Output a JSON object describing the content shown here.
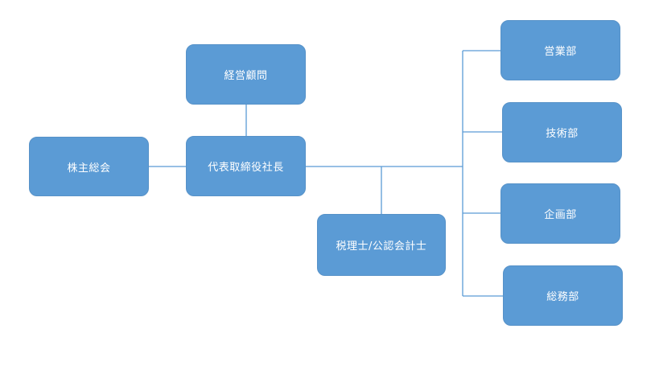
{
  "org_chart": {
    "nodes": {
      "shareholders": "株主総会",
      "advisor": "経営顧問",
      "ceo": "代表取締役社長",
      "accountant": "税理士/公認会計士",
      "sales": "営業部",
      "tech": "技術部",
      "planning": "企画部",
      "general_affairs": "総務部"
    },
    "edges": [
      [
        "shareholders",
        "ceo"
      ],
      [
        "advisor",
        "ceo"
      ],
      [
        "ceo",
        "accountant"
      ],
      [
        "ceo",
        "sales"
      ],
      [
        "ceo",
        "tech"
      ],
      [
        "ceo",
        "planning"
      ],
      [
        "ceo",
        "general_affairs"
      ]
    ],
    "colors": {
      "node_fill": "#5b9bd5",
      "node_text": "#ffffff",
      "connector": "#5b9bd5"
    }
  }
}
